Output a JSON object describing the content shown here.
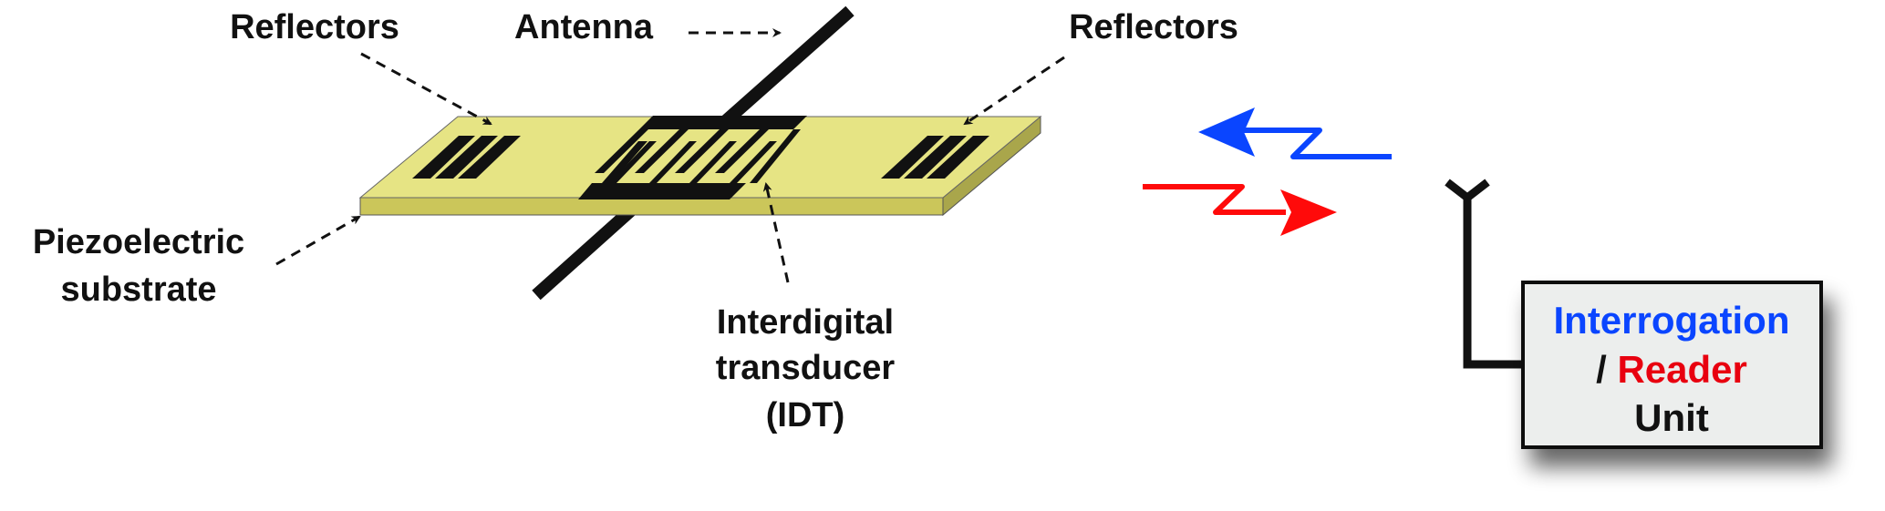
{
  "labels": {
    "reflectors_left": "Reflectors",
    "antenna": "Antenna",
    "reflectors_right": "Reflectors",
    "piezo_line1": "Piezoelectric",
    "piezo_line2": "substrate",
    "idt_line1": "Interdigital",
    "idt_line2": "transducer",
    "idt_line3": "(IDT)"
  },
  "reader": {
    "line1": "Interrogation",
    "slash": "/",
    "line2": "Reader",
    "line3": "Unit"
  },
  "colors": {
    "substrate_top": "#e6e484",
    "substrate_side": "#cbc65a",
    "interrogation_signal": "#0a45ff",
    "reader_signal": "#ff0a0a",
    "reader_box": "#eceeed"
  }
}
